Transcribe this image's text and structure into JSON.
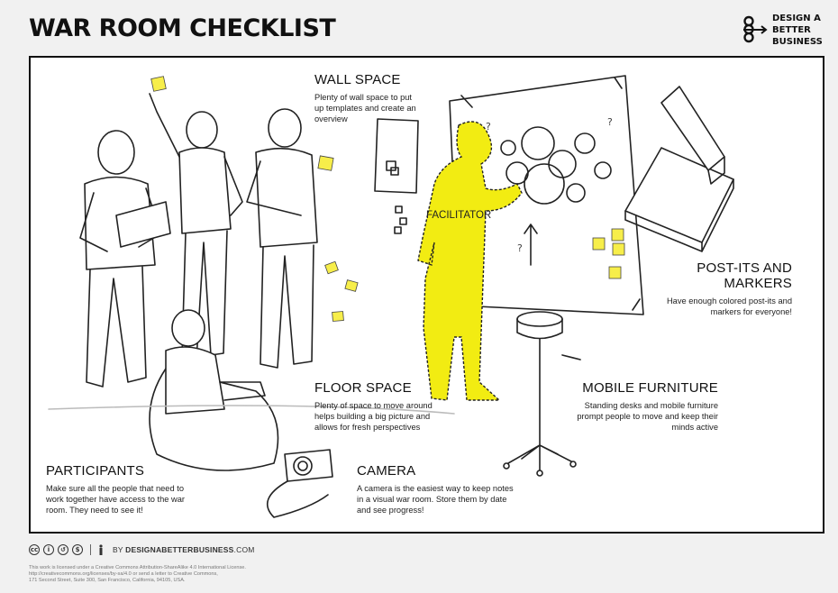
{
  "page": {
    "title": "WAR ROOM CHECKLIST"
  },
  "brand": {
    "lines": [
      "DESIGN A",
      "BETTER",
      "BUSINESS"
    ]
  },
  "sections": {
    "wall_space": {
      "title": "WALL SPACE",
      "text": "Plenty of wall space to put up templates and create an overview"
    },
    "post_its": {
      "title": "POST-ITS AND MARKERS",
      "text": "Have enough colored post-its and markers for everyone!"
    },
    "mobile_furniture": {
      "title": "MOBILE FURNITURE",
      "text": "Standing desks and mobile furniture prompt people to move and keep their minds active"
    },
    "floor_space": {
      "title": "FLOOR SPACE",
      "text": "Plenty of space to move around helps building a big picture and allows for fresh perspectives"
    },
    "camera": {
      "title": "CAMERA",
      "text": "A camera is the easiest way to keep notes in a visual war room. Store them by date and see progress!"
    },
    "participants": {
      "title": "PARTICIPANTS",
      "text": "Make sure all the people that need to work together have access to the war room. They need to see it!"
    }
  },
  "figure_labels": {
    "facilitator": "FACILITATOR"
  },
  "colors": {
    "highlight": "#f2ec12",
    "sticky": "#f7ee4a",
    "ink": "#111111"
  },
  "footer": {
    "icons": [
      "creative-commons-icon",
      "attribution-icon",
      "share-alike-icon",
      "noncommercial-icon"
    ],
    "by_prefix": "BY ",
    "by_brand": "DESIGNABETTERBUSINESS",
    "by_suffix": ".COM",
    "license_lines": [
      "This work is licensed under a Creative Commons Attribution-ShareAlike 4.0 International License.",
      "http://creativecommons.org/licenses/by-sa/4.0 or send a letter to Creative Commons,",
      "171 Second Street, Suite 300, San Francisco, California, 94105, USA."
    ]
  }
}
